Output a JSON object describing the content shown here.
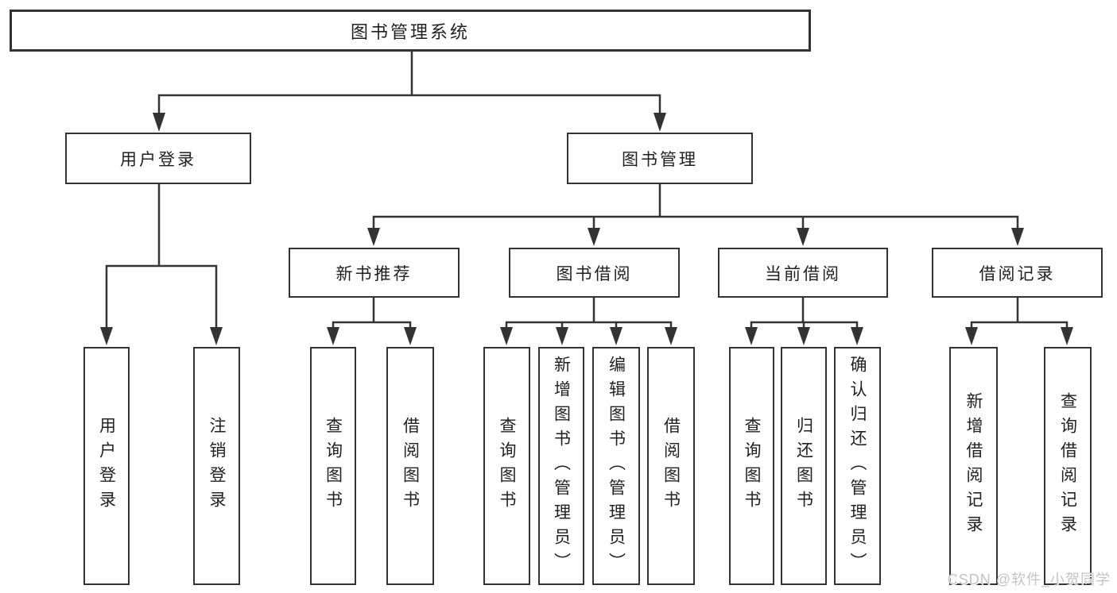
{
  "diagram": {
    "title": "图书管理系统",
    "root": {
      "label": "图书管理系统",
      "children": [
        {
          "label": "用户登录",
          "children": [
            {
              "label": "用户登录"
            },
            {
              "label": "注销登录"
            }
          ]
        },
        {
          "label": "图书管理",
          "children": [
            {
              "label": "新书推荐",
              "children": [
                {
                  "label": "查询图书"
                },
                {
                  "label": "借阅图书"
                }
              ]
            },
            {
              "label": "图书借阅",
              "children": [
                {
                  "label": "查询图书"
                },
                {
                  "label": "新增图书（管理员）"
                },
                {
                  "label": "编辑图书（管理员）"
                },
                {
                  "label": "借阅图书"
                }
              ]
            },
            {
              "label": "当前借阅",
              "children": [
                {
                  "label": "查询图书"
                },
                {
                  "label": "归还图书"
                },
                {
                  "label": "确认归还（管理员）"
                }
              ]
            },
            {
              "label": "借阅记录",
              "children": [
                {
                  "label": "新增借阅记录"
                },
                {
                  "label": "查询借阅记录"
                }
              ]
            }
          ]
        }
      ]
    }
  },
  "watermark": {
    "text": "CSDN @软件_小贺同学"
  },
  "colors": {
    "line": "#333333",
    "box_border": "#333333",
    "text": "#212121",
    "watermark": "#c4c4c4",
    "background": "#ffffff"
  }
}
